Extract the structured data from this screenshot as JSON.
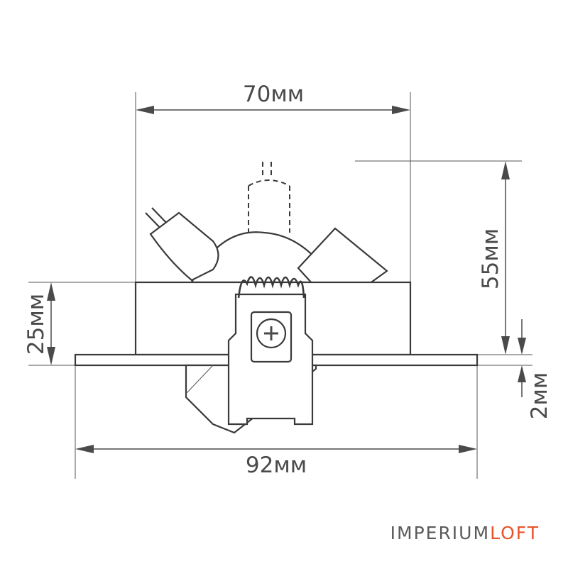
{
  "dimensions": {
    "top_width": "70мм",
    "bottom_width": "92мм",
    "total_height": "55мм",
    "recess_height": "25мм",
    "flange_thickness": "2мм"
  },
  "brand": {
    "part1": "IMPERIUM",
    "part2": "LOFT",
    "part1_color": "#5a5a5a",
    "part2_color": "#e8532a"
  }
}
